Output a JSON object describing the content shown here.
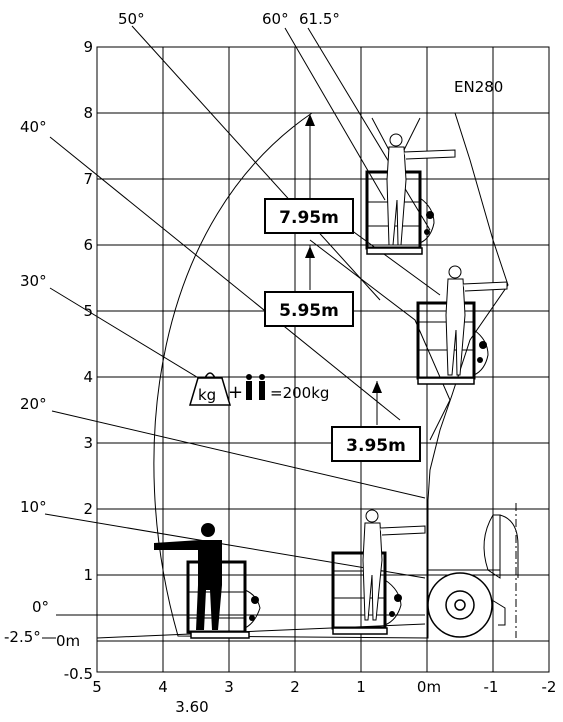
{
  "model": "EN280",
  "x_ticks": [
    "5",
    "4",
    "3",
    "2",
    "1",
    "0m",
    "-1",
    "-2"
  ],
  "y_ticks": [
    "9",
    "8",
    "7",
    "6",
    "5",
    "4",
    "3",
    "2",
    "1",
    "0m",
    "-0.5"
  ],
  "angles": [
    "50°",
    "60°",
    "61.5°",
    "40°",
    "30°",
    "20°",
    "10°",
    "0°",
    "-2.5°"
  ],
  "heights": [
    "7.95m",
    "5.95m",
    "3.95m"
  ],
  "reach_label": "3.60",
  "load": {
    "kg_label": "kg",
    "total": "=200kg"
  },
  "colors": {
    "line": "#000000",
    "background": "#ffffff"
  }
}
